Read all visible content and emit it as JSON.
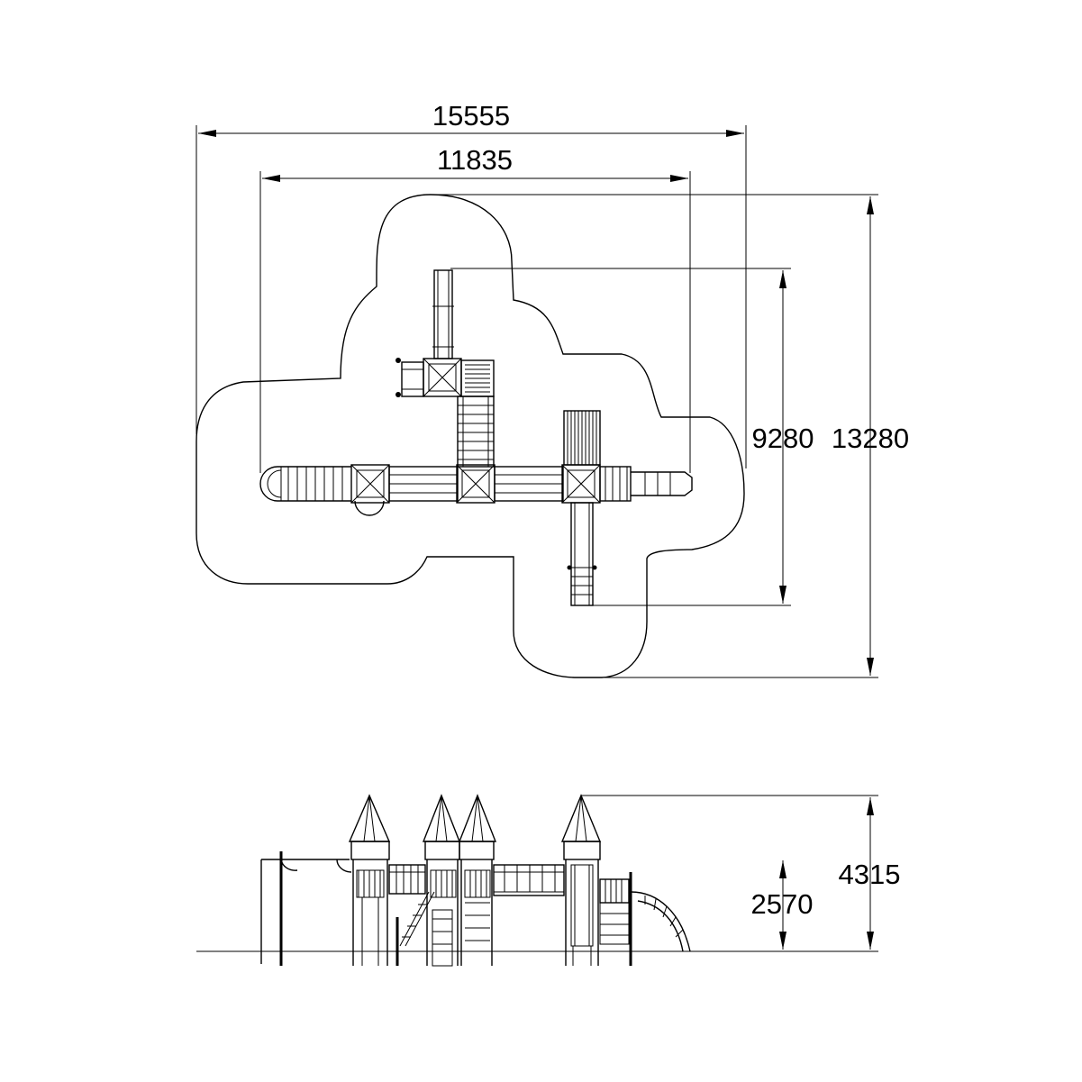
{
  "plan_view": {
    "dimensions": {
      "overall_width": "15555",
      "inner_width": "11835",
      "inner_depth": "9280",
      "overall_depth": "13280"
    }
  },
  "elevation_view": {
    "dimensions": {
      "overall_height": "4315",
      "platform_height": "2570"
    }
  }
}
